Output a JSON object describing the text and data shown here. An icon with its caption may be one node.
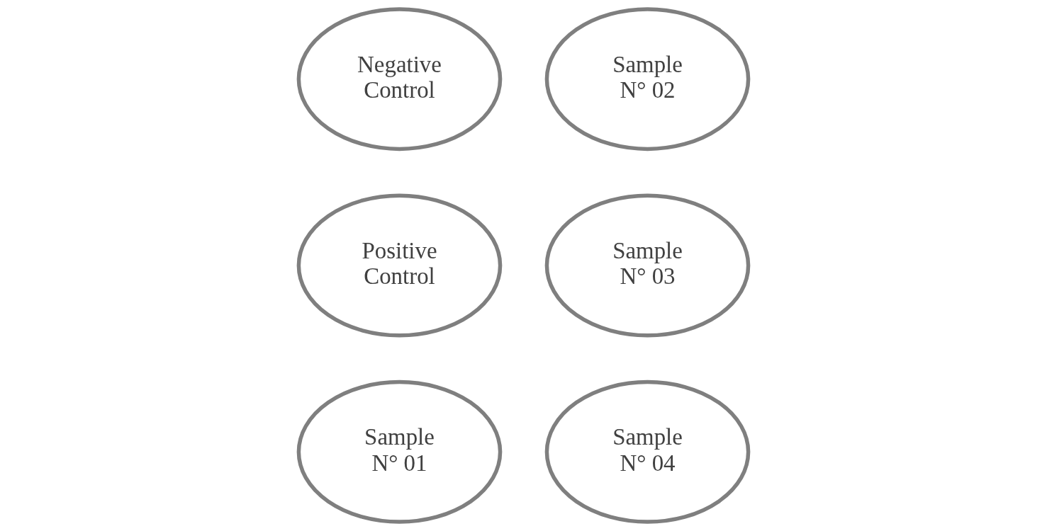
{
  "diagram": {
    "nodes": [
      {
        "text": [
          "Negative Control"
        ]
      },
      {
        "text": [
          "Positive Control"
        ]
      },
      {
        "text": [
          "Sample N° 01"
        ]
      },
      {
        "text": [
          "Sample N° 02"
        ]
      },
      {
        "text": [
          "Sample N° 03"
        ]
      },
      {
        "text": [
          "Sample N° 04"
        ]
      }
    ]
  }
}
